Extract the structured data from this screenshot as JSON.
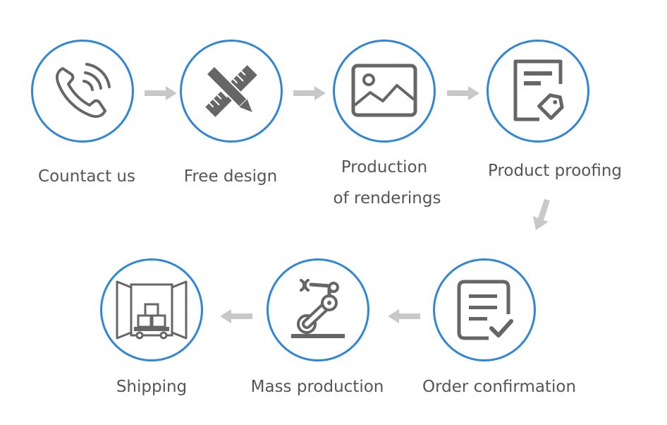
{
  "steps": [
    {
      "id": "contact",
      "label": "Countact us",
      "icon": "phone-icon"
    },
    {
      "id": "design",
      "label": "Free design",
      "icon": "ruler-pencil-icon"
    },
    {
      "id": "renderings",
      "label_line1": "Production",
      "label_line2": "of renderings",
      "icon": "image-icon"
    },
    {
      "id": "proofing",
      "label": "Product proofing",
      "icon": "document-tag-icon"
    },
    {
      "id": "confirmation",
      "label": "Order confirmation",
      "icon": "checklist-icon"
    },
    {
      "id": "mass",
      "label": "Mass production",
      "icon": "robot-arm-icon"
    },
    {
      "id": "shipping",
      "label": "Shipping",
      "icon": "container-boxes-icon"
    }
  ],
  "colors": {
    "circle_border": "#2f86d6",
    "icon": "#666666",
    "arrow": "#c8c8c8",
    "text": "#555555"
  }
}
